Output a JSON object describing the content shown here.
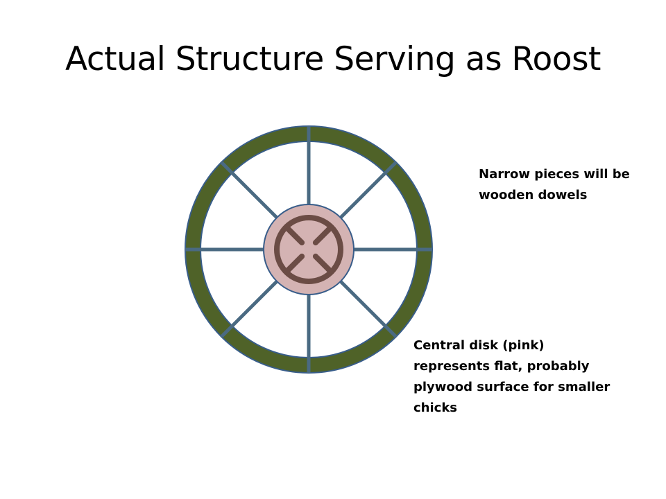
{
  "slide": {
    "title": "Actual Structure Serving as Roost"
  },
  "annotations": {
    "dowels": {
      "lines": [
        "Narrow pieces will be",
        "wooden dowels"
      ]
    },
    "disk": {
      "lines": [
        "Central disk (pink)",
        "represents flat, probably",
        "plywood surface for smaller",
        "chicks"
      ]
    }
  },
  "colors": {
    "outer_ring_fill": "#4f6228",
    "outline": "#385d8a",
    "dowel": "#4a6a82",
    "disk_fill": "#d4b3b3",
    "inner_ring": "#6b4c45"
  },
  "structure": {
    "spoke_count": 8,
    "inner_stub_count": 4
  }
}
